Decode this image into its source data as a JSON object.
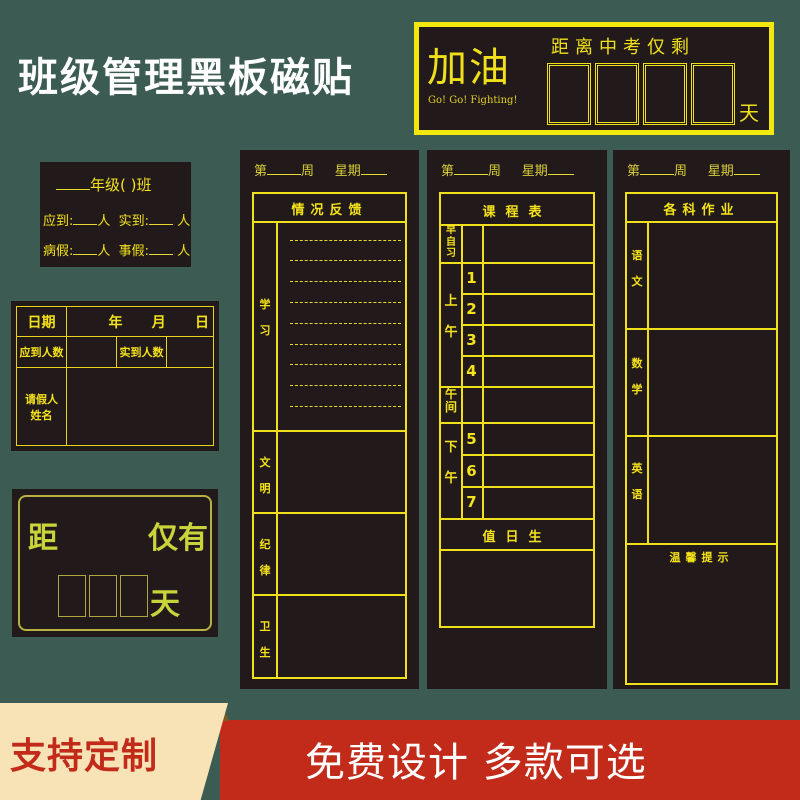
{
  "title": "班级管理黑板磁贴",
  "colors": {
    "background": "#3c5c53",
    "board": "#221a1a",
    "line_yellow": "#f0e01c",
    "accent_red": "#c22a1a",
    "cream": "#f8e3b6"
  },
  "banner": {
    "jiayou": "加油",
    "subtitle": "Go! Go! Fighting!",
    "countdown_label": "距离中考仅剩",
    "day_unit": "天",
    "digit_boxes": 4
  },
  "attendance_small": {
    "line1_suffix": "年级(    )班",
    "row1": {
      "label_a": "应到:",
      "unit_a": "人",
      "label_b": "实到:",
      "unit_b": "人"
    },
    "row2": {
      "label_a": "病假:",
      "unit_a": "人",
      "label_b": "事假:",
      "unit_b": "人"
    }
  },
  "attendance_table": {
    "date_label": "日期",
    "year": "年",
    "month": "月",
    "day": "日",
    "expected_label": "应到人数",
    "actual_label": "实到人数",
    "leave_label_1": "请假人",
    "leave_label_2": "姓名"
  },
  "countdown_small": {
    "ju": "距",
    "jinyou": "仅有",
    "tian": "天",
    "digit_boxes": 3
  },
  "week_header": {
    "di": "第",
    "zhou": "周",
    "xingqi": "星期"
  },
  "board_feedback": {
    "title": "情况反馈",
    "sections": [
      {
        "c1": "学",
        "c2": "习"
      },
      {
        "c1": "文",
        "c2": "明"
      },
      {
        "c1": "纪",
        "c2": "律"
      },
      {
        "c1": "卫",
        "c2": "生"
      }
    ]
  },
  "board_schedule": {
    "title": "课程表",
    "morning_study": [
      "早",
      "自",
      "习"
    ],
    "morning": [
      "上",
      "午"
    ],
    "noon": [
      "午",
      "间"
    ],
    "afternoon": [
      "下",
      "午"
    ],
    "periods": [
      "1",
      "2",
      "3",
      "4",
      "5",
      "6",
      "7"
    ],
    "duty": "值日生"
  },
  "board_homework": {
    "title": "各科作业",
    "subjects": [
      {
        "c1": "语",
        "c2": "文"
      },
      {
        "c1": "数",
        "c2": "学"
      },
      {
        "c1": "英",
        "c2": "语"
      }
    ],
    "reminder": "温馨提示"
  },
  "bottom": {
    "custom_label": "支持定制",
    "slogan": "免费设计 多款可选"
  }
}
